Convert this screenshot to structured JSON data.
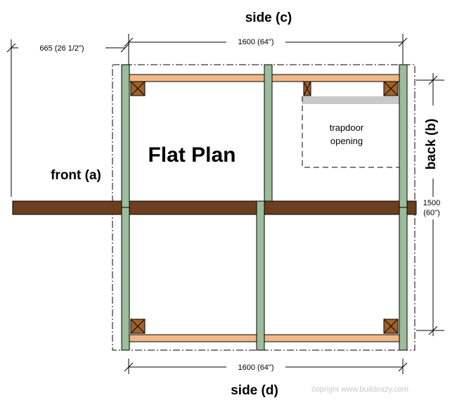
{
  "labels": {
    "side_c": "side (c)",
    "side_d": "side (d)",
    "front": "front (a)",
    "back": "back (b)",
    "title": "Flat Plan",
    "trapdoor_line1": "trapdoor",
    "trapdoor_line2": "opening",
    "copyright": "copright www.buildeazy.com"
  },
  "dimensions": {
    "top_width": "1600 (64\")",
    "bottom_width": "1600 (64\")",
    "front_offset": "665 (26 1/2\")",
    "depth_line1": "1500",
    "depth_line2": "(60\")"
  },
  "colors": {
    "stud_green": "#9cbc9c",
    "plate_tan": "#f0b888",
    "beam_brown": "#6b3f1f",
    "block_brown": "#a0622a",
    "trapdoor_gray": "#c8c8c8"
  }
}
